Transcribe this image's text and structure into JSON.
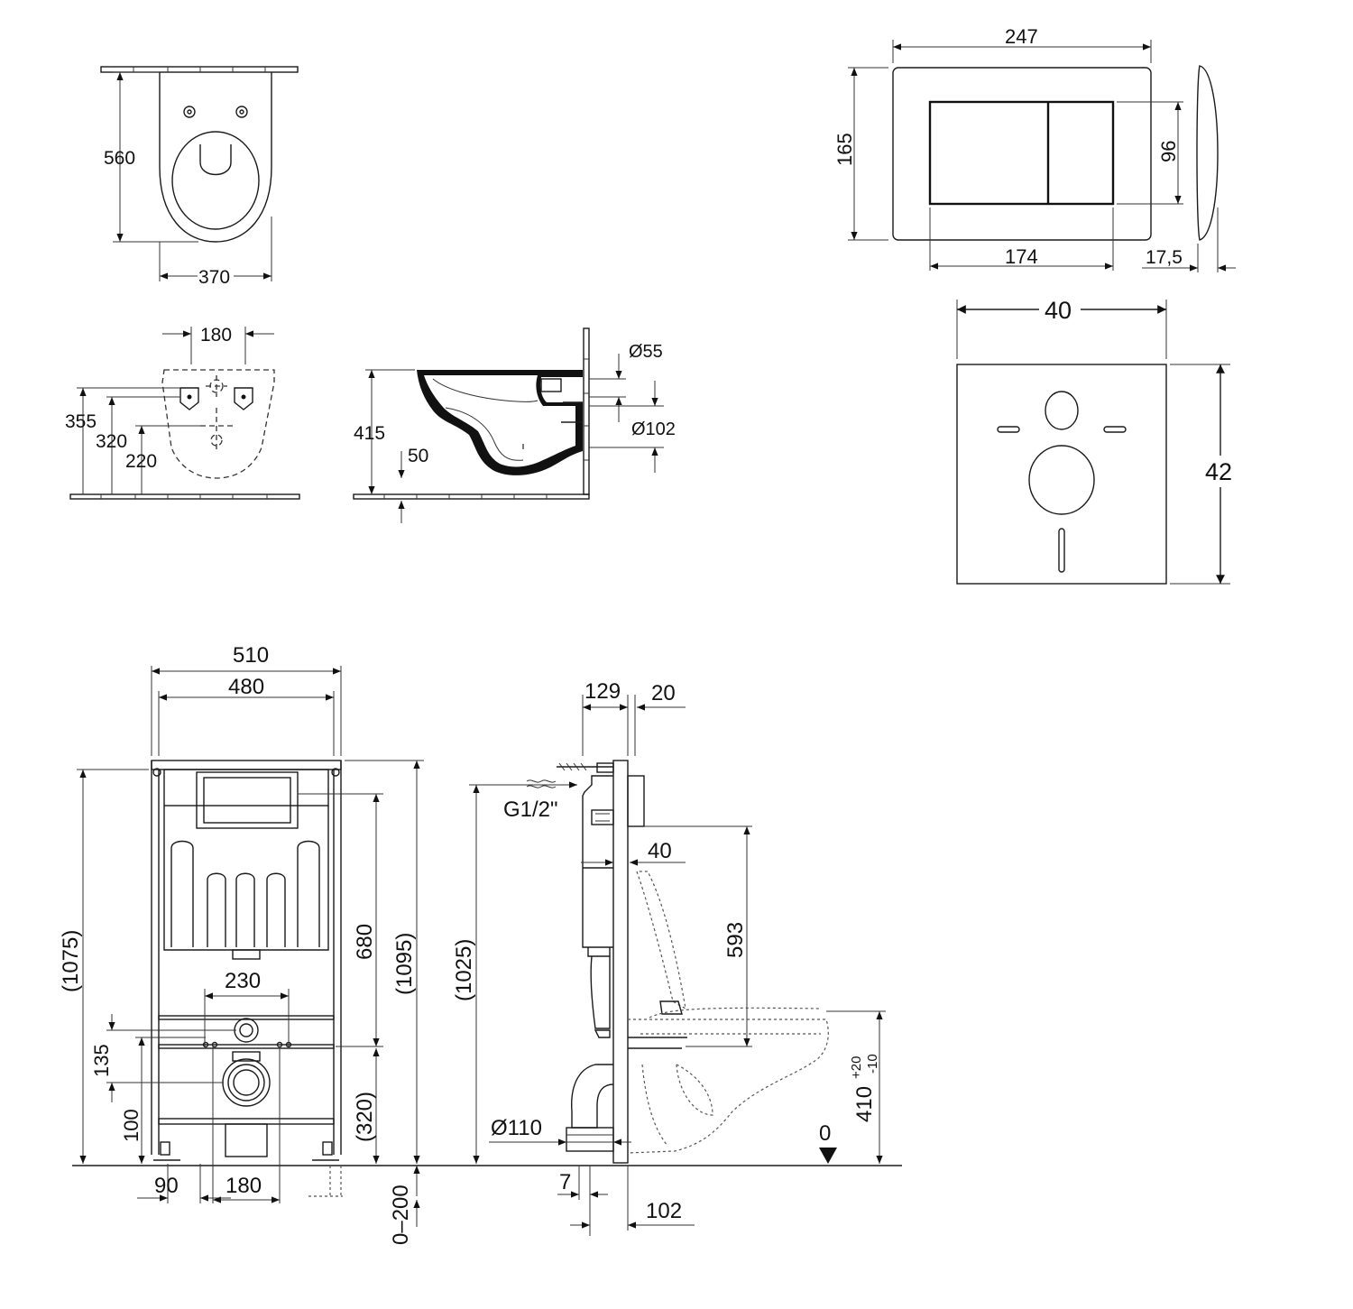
{
  "diagram": {
    "wc_top": {
      "width": "370",
      "depth": "560"
    },
    "wc_rear": {
      "hole_spacing": "180",
      "h1": "355",
      "h2": "320",
      "h3": "220"
    },
    "wc_side": {
      "height": "415",
      "offset": "50",
      "inlet": "Ø55",
      "outlet": "Ø102"
    },
    "flush_plate": {
      "width": "247",
      "height": "165",
      "button_width": "174",
      "button_height": "96",
      "depth": "17,5"
    },
    "gasket": {
      "width": "40",
      "height": "42"
    },
    "frame_front": {
      "outer_width": "510",
      "inner_width": "480",
      "total_height": "(1075)",
      "frame_height": "(1095)",
      "tank_height": "680",
      "bolt_spacing": "230",
      "offset_135": "135",
      "offset_100": "100",
      "outlet_height": "(320)",
      "foot_90": "90",
      "foot_180": "180",
      "leg_range": "0–200"
    },
    "frame_side": {
      "depth_129": "129",
      "depth_20": "20",
      "water_inlet": "G1/2\"",
      "inlet_height": "(1025)",
      "offset_40": "40",
      "height_593": "593",
      "drain_diameter": "Ø110",
      "offset_7": "7",
      "offset_102": "102",
      "seat_height": "410",
      "tol_plus": "+20",
      "tol_minus": "-10",
      "floor_zero": "0"
    }
  }
}
